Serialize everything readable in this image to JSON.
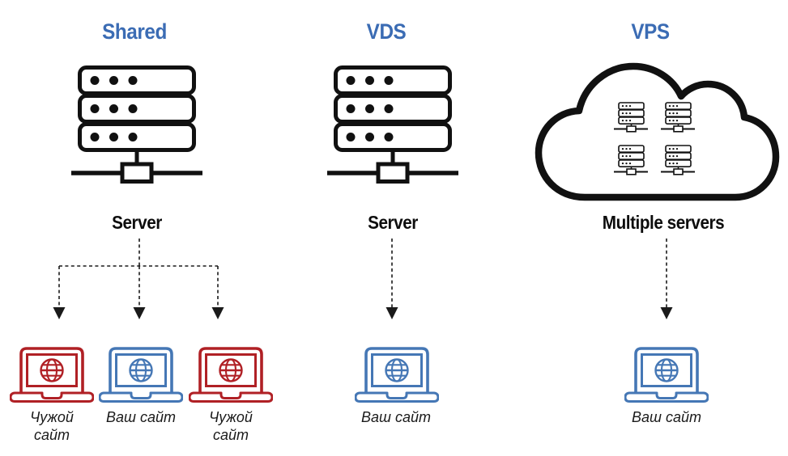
{
  "colors": {
    "heading_blue": "#3B6CB4",
    "icon_black": "#111111",
    "laptop_red": "#B02025",
    "laptop_blue": "#4577B5",
    "caption_color": "#1A1A1A"
  },
  "columns": [
    {
      "id": "shared",
      "header": "Shared",
      "server_label": "Server",
      "clients": [
        {
          "label": "Чужой сайт",
          "color": "red"
        },
        {
          "label": "Ваш сайт",
          "color": "blue"
        },
        {
          "label": "Чужой сайт",
          "color": "red"
        }
      ]
    },
    {
      "id": "vds",
      "header": "VDS",
      "server_label": "Server",
      "clients": [
        {
          "label": "Ваш сайт",
          "color": "blue"
        }
      ]
    },
    {
      "id": "vps",
      "header": "VPS",
      "server_label": "Multiple servers",
      "clients": [
        {
          "label": "Ваш сайт",
          "color": "blue"
        }
      ]
    }
  ]
}
